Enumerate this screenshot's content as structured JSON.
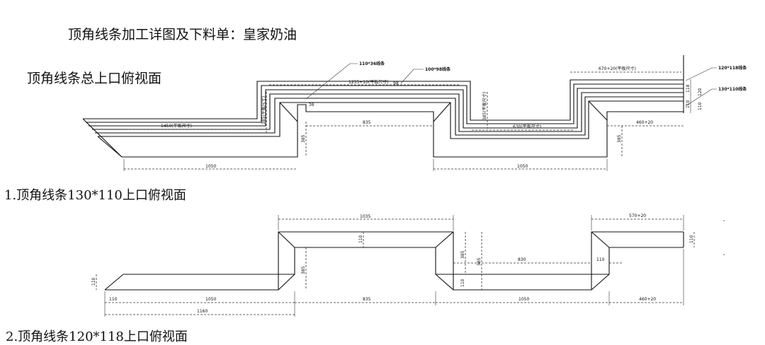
{
  "title": "顶角线条加工详图及下料单：皇家奶油",
  "overview_heading": "顶角线条总上口俯视面",
  "section1_heading": "1.顶角线条130*110上口俯视面",
  "section2_heading": "2.顶角线条120*118上口俯视面",
  "top_labels": {
    "l110x36": "110*36线条",
    "l100x98": "100*98线条",
    "d1255": "1255+10(平板尺寸)",
    "d670": "670+20(平板尺寸)",
    "l120x118": "120*118线条",
    "l130x110": "130*110线条",
    "d118": "118",
    "d110s": "110",
    "d120": "120",
    "d110b": "110",
    "d1450": "1450(平板尺寸)",
    "d835": "835",
    "d630": "630(平板尺寸)",
    "d460": "460+20",
    "d385a": "385(平板尺寸)",
    "d385b": "385(平板尺寸)",
    "d385c": "385",
    "d385d": "385",
    "d1050a": "1050",
    "d1050b": "1050",
    "d98": "98",
    "d36": "36"
  },
  "s1_labels": {
    "d1035": "1035",
    "d570": "570+20",
    "d110a": "110",
    "d385a": "385",
    "d385b": "385",
    "d385c": "385",
    "d830": "830",
    "d110b": "110",
    "d110c": "110",
    "d110d": "110",
    "d110e": "110",
    "d110f": "110",
    "d1050a": "1050",
    "d835": "835",
    "d1050b": "1050",
    "d460": "460+20",
    "d1160": "1160"
  }
}
